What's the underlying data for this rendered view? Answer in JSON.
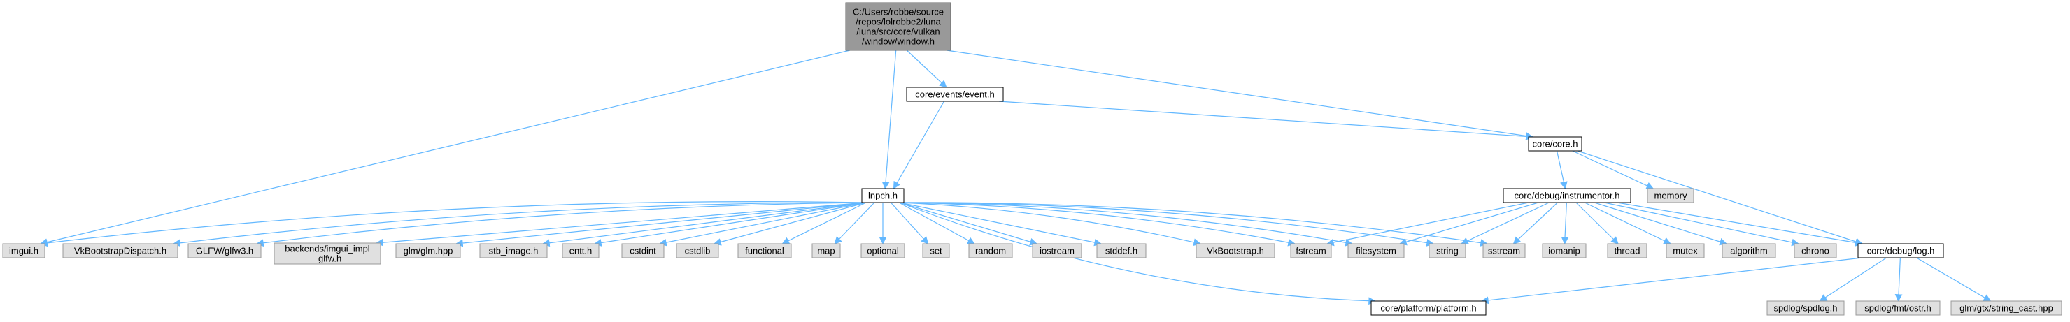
{
  "colors": {
    "edge": "#63b8ff",
    "root_fill": "#999999",
    "root_stroke": "#666666",
    "local_fill": "#ffffff",
    "local_stroke": "#000000",
    "external_fill": "#e0e0e0",
    "external_stroke": "#999999",
    "text": "#000000"
  },
  "nodes": [
    {
      "id": "window",
      "kind": "root",
      "lines": [
        "C:/Users/robbe/source",
        "/repos/lolrobbe2/luna",
        "/luna/src/core/vulkan",
        "/window/window.h"
      ]
    },
    {
      "id": "imgui",
      "kind": "external",
      "lines": [
        "imgui.h"
      ]
    },
    {
      "id": "event",
      "kind": "local",
      "lines": [
        "core/events/event.h"
      ]
    },
    {
      "id": "lnpch",
      "kind": "local",
      "lines": [
        "lnpch.h"
      ]
    },
    {
      "id": "core",
      "kind": "local",
      "lines": [
        "core/core.h"
      ]
    },
    {
      "id": "vkbd",
      "kind": "external",
      "lines": [
        "VkBootstrapDispatch.h"
      ]
    },
    {
      "id": "glfw",
      "kind": "external",
      "lines": [
        "GLFW/glfw3.h"
      ]
    },
    {
      "id": "imguiimpl",
      "kind": "external",
      "lines": [
        "backends/imgui_impl",
        "_glfw.h"
      ]
    },
    {
      "id": "glm",
      "kind": "external",
      "lines": [
        "glm/glm.hpp"
      ]
    },
    {
      "id": "stb",
      "kind": "external",
      "lines": [
        "stb_image.h"
      ]
    },
    {
      "id": "entt",
      "kind": "external",
      "lines": [
        "entt.h"
      ]
    },
    {
      "id": "cstdint",
      "kind": "external",
      "lines": [
        "cstdint"
      ]
    },
    {
      "id": "cstdlib",
      "kind": "external",
      "lines": [
        "cstdlib"
      ]
    },
    {
      "id": "functional",
      "kind": "external",
      "lines": [
        "functional"
      ]
    },
    {
      "id": "map",
      "kind": "external",
      "lines": [
        "map"
      ]
    },
    {
      "id": "optional",
      "kind": "external",
      "lines": [
        "optional"
      ]
    },
    {
      "id": "set",
      "kind": "external",
      "lines": [
        "set"
      ]
    },
    {
      "id": "random",
      "kind": "external",
      "lines": [
        "random"
      ]
    },
    {
      "id": "iostream",
      "kind": "external",
      "lines": [
        "iostream"
      ]
    },
    {
      "id": "stddef",
      "kind": "external",
      "lines": [
        "stddef.h"
      ]
    },
    {
      "id": "vkb",
      "kind": "external",
      "lines": [
        "VkBootstrap.h"
      ]
    },
    {
      "id": "fstream",
      "kind": "external",
      "lines": [
        "fstream"
      ]
    },
    {
      "id": "filesystem",
      "kind": "external",
      "lines": [
        "filesystem"
      ]
    },
    {
      "id": "string",
      "kind": "external",
      "lines": [
        "string"
      ]
    },
    {
      "id": "sstream",
      "kind": "external",
      "lines": [
        "sstream"
      ]
    },
    {
      "id": "platform",
      "kind": "local",
      "lines": [
        "core/platform/platform.h"
      ]
    },
    {
      "id": "instrumentor",
      "kind": "local",
      "lines": [
        "core/debug/instrumentor.h"
      ]
    },
    {
      "id": "memory",
      "kind": "external",
      "lines": [
        "memory"
      ]
    },
    {
      "id": "iomanip",
      "kind": "external",
      "lines": [
        "iomanip"
      ]
    },
    {
      "id": "thread",
      "kind": "external",
      "lines": [
        "thread"
      ]
    },
    {
      "id": "mutex",
      "kind": "external",
      "lines": [
        "mutex"
      ]
    },
    {
      "id": "algorithm",
      "kind": "external",
      "lines": [
        "algorithm"
      ]
    },
    {
      "id": "chrono",
      "kind": "external",
      "lines": [
        "chrono"
      ]
    },
    {
      "id": "log",
      "kind": "local",
      "lines": [
        "core/debug/log.h"
      ]
    },
    {
      "id": "spdlog",
      "kind": "external",
      "lines": [
        "spdlog/spdlog.h"
      ]
    },
    {
      "id": "ostr",
      "kind": "external",
      "lines": [
        "spdlog/fmt/ostr.h"
      ]
    },
    {
      "id": "strcast",
      "kind": "external",
      "lines": [
        "glm/gtx/string_cast.hpp"
      ]
    }
  ],
  "edges": [
    [
      "window",
      "imgui"
    ],
    [
      "window",
      "event"
    ],
    [
      "window",
      "lnpch"
    ],
    [
      "window",
      "core"
    ],
    [
      "event",
      "lnpch"
    ],
    [
      "event",
      "core"
    ],
    [
      "lnpch",
      "imgui"
    ],
    [
      "lnpch",
      "vkbd"
    ],
    [
      "lnpch",
      "glfw"
    ],
    [
      "lnpch",
      "imguiimpl"
    ],
    [
      "lnpch",
      "glm"
    ],
    [
      "lnpch",
      "stb"
    ],
    [
      "lnpch",
      "entt"
    ],
    [
      "lnpch",
      "cstdint"
    ],
    [
      "lnpch",
      "cstdlib"
    ],
    [
      "lnpch",
      "functional"
    ],
    [
      "lnpch",
      "map"
    ],
    [
      "lnpch",
      "optional"
    ],
    [
      "lnpch",
      "set"
    ],
    [
      "lnpch",
      "random"
    ],
    [
      "lnpch",
      "iostream"
    ],
    [
      "lnpch",
      "stddef"
    ],
    [
      "lnpch",
      "vkb"
    ],
    [
      "lnpch",
      "fstream"
    ],
    [
      "lnpch",
      "filesystem"
    ],
    [
      "lnpch",
      "string"
    ],
    [
      "lnpch",
      "sstream"
    ],
    [
      "lnpch",
      "platform"
    ],
    [
      "core",
      "instrumentor"
    ],
    [
      "core",
      "memory"
    ],
    [
      "core",
      "log"
    ],
    [
      "instrumentor",
      "fstream"
    ],
    [
      "instrumentor",
      "filesystem"
    ],
    [
      "instrumentor",
      "string"
    ],
    [
      "instrumentor",
      "sstream"
    ],
    [
      "instrumentor",
      "iomanip"
    ],
    [
      "instrumentor",
      "thread"
    ],
    [
      "instrumentor",
      "mutex"
    ],
    [
      "instrumentor",
      "algorithm"
    ],
    [
      "instrumentor",
      "chrono"
    ],
    [
      "instrumentor",
      "log"
    ],
    [
      "log",
      "platform"
    ],
    [
      "log",
      "spdlog"
    ],
    [
      "log",
      "ostr"
    ],
    [
      "log",
      "strcast"
    ]
  ]
}
